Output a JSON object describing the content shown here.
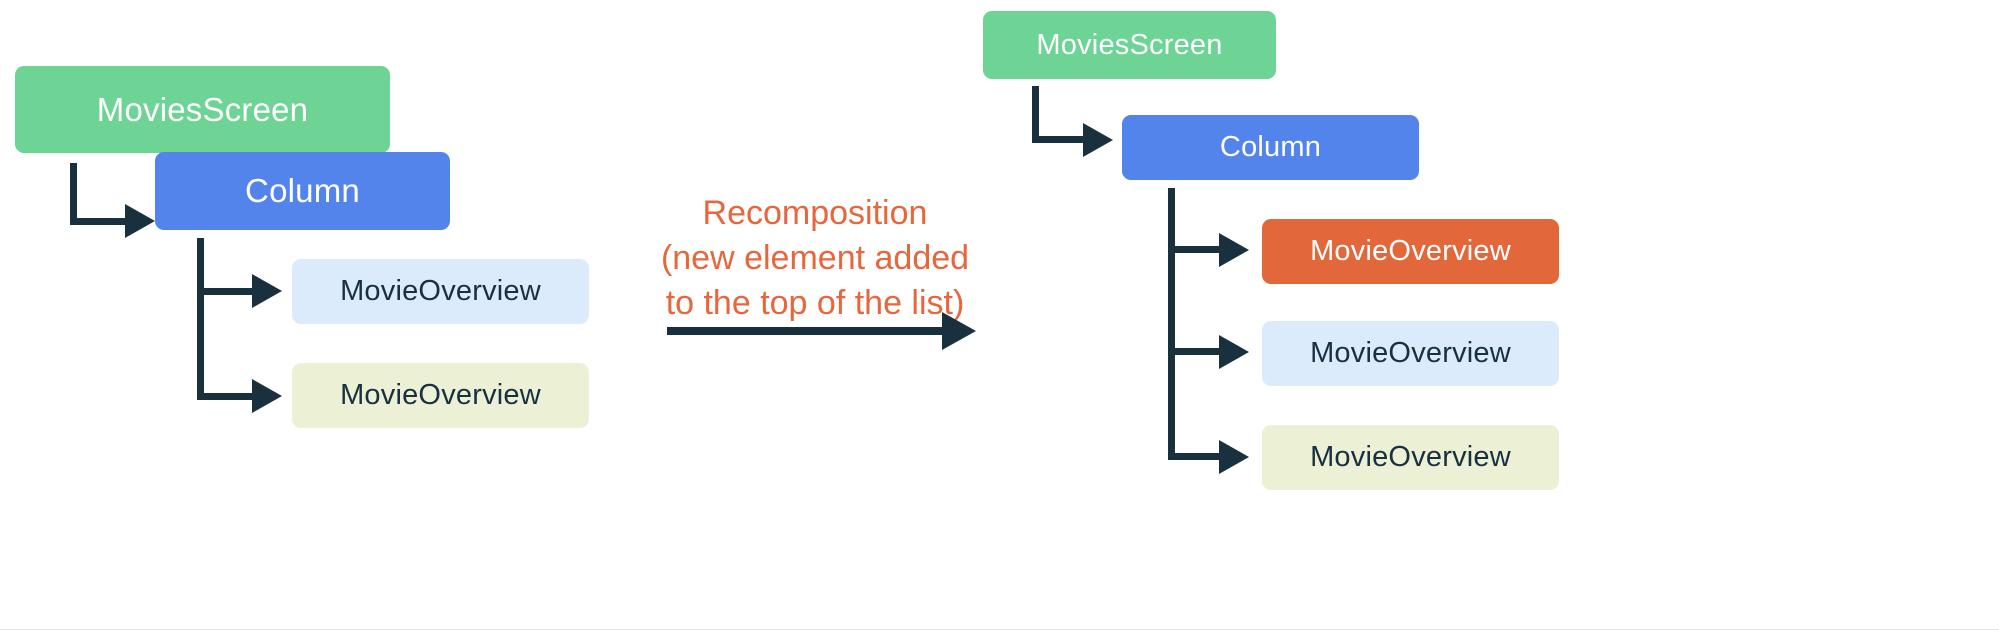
{
  "diagram": {
    "title_text": "",
    "colors": {
      "green": "#6ed495",
      "blue": "#5384ec",
      "light_blue": "#dcebfb",
      "yellow": "#ecf1d6",
      "orange": "#e2673a",
      "connector": "#19313f",
      "label_orange": "#e8663c",
      "background": "#ffffff",
      "bottom_rule": "#e2e3e4"
    },
    "before": {
      "caption": "",
      "nodes": {
        "movies_screen": "MoviesScreen",
        "column": "Column",
        "movie_overview_1": "MovieOverview",
        "movie_overview_2": "MovieOverview"
      }
    },
    "transition": {
      "label_line_1": "Recomposition",
      "label_line_2": "(new element added",
      "label_line_3": "to the top of the list)",
      "label_full": "Recomposition\n(new element added\nto the top of the list)"
    },
    "after": {
      "caption": "",
      "nodes": {
        "movies_screen": "MoviesScreen",
        "column": "Column",
        "movie_overview_new": "MovieOverview",
        "movie_overview_1": "MovieOverview",
        "movie_overview_2": "MovieOverview"
      }
    }
  }
}
